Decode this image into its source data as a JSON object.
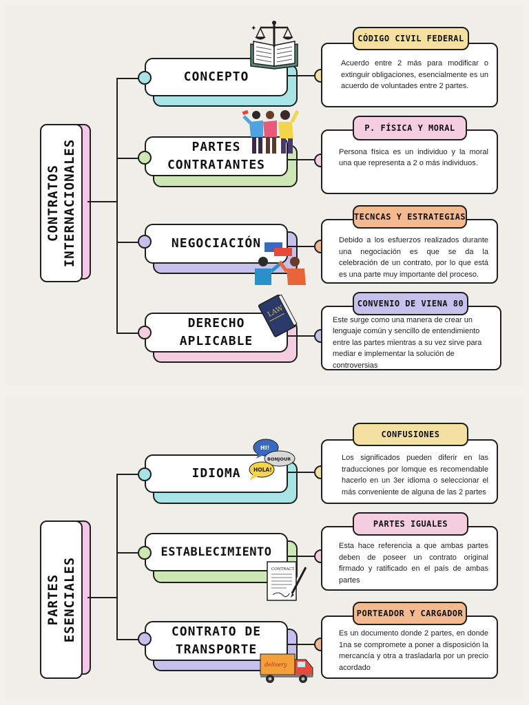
{
  "sections": [
    {
      "title": "CONTRATOS\nINTERNACIONALES",
      "topics": [
        {
          "label": "CONCEPTO",
          "tag": "CÓDIGO CIVIL FEDERAL",
          "desc": "Acuerdo entre 2 más para modificar o extinguir obligaciones, esencialmente es un acuerdo de voluntades entre 2 partes."
        },
        {
          "label": "PARTES\nCONTRATANTES",
          "tag": "P. FÍSICA Y MORAL",
          "desc": "Persona física es un individuo y la moral una que representa a 2 o más individuos."
        },
        {
          "label": "NEGOCIACIÓN",
          "tag": "TECNCAS Y ESTRATEGIAS",
          "desc": "Debido a los esfuerzos realizados durante una negociación es que se da la celebración de un contrato, por lo que está es una parte muy importante del proceso."
        },
        {
          "label": "DERECHO\nAPLICABLE",
          "tag": "CONVENIO DE VIENA 80",
          "desc": "Este surge como una manera de crear un lenguaje común y sencillo de entendimiento entre las partes mientras a su vez sirve para mediar e implementar la solución de controversias"
        }
      ]
    },
    {
      "title": "PARTES\nESENCIALES",
      "topics": [
        {
          "label": "IDIOMA",
          "tag": "CONFUSIONES",
          "desc": "Los significados pueden diferir en las traducciones por lomque es recomendable hacerlo en un 3er idioma o seleccionar el más conveniente de alguna de las 2 partes"
        },
        {
          "label": "ESTABLECIMIENTO",
          "tag": "PARTES IGUALES",
          "desc": "Esta hace referencia a que ambas partes deben de poseer un contrato original firmado y ratificado en el país de ambas partes"
        },
        {
          "label": "CONTRATO DE\nTRANSPORTE",
          "tag": "PORTEADOR Y CARGADOR",
          "desc": "Es un documento donde 2 partes, en donde 1na se compromete a poner a disposición la mercancía y otra a trasladarla por un precio acordado"
        }
      ]
    }
  ],
  "illustrations": {
    "law_book": "LAW",
    "speech_bubbles": [
      "HI!",
      "BONJOUR",
      "HOLA!"
    ],
    "contract_doc": "CONTRACT",
    "truck": "delivery"
  },
  "icons": [
    "scales-book-icon",
    "people-group-icon",
    "negotiation-icon",
    "law-book-icon",
    "speech-bubbles-icon",
    "contract-document-icon",
    "delivery-truck-icon"
  ],
  "colors": {
    "cyan": "#a6e4e6",
    "green": "#cde8b5",
    "lavender": "#c6c1ec",
    "pink": "#f4cde0",
    "yellow": "#f4e1a2",
    "peach": "#f4b98f",
    "main_shadow": "#f3c8e6"
  }
}
